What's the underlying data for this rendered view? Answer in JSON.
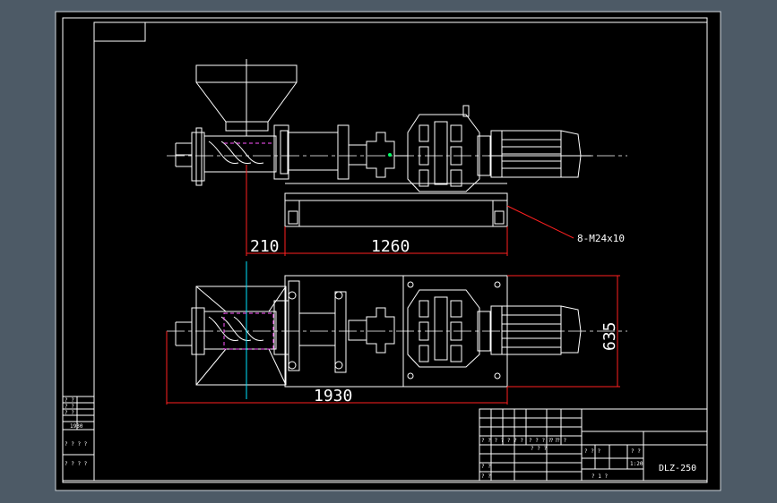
{
  "colors": {
    "viewport_bg": "#4d5a66",
    "paper": "#000000",
    "line": "#ffffff",
    "dimension": "#ff2020",
    "center_line": "#00e5ff",
    "hatch": "#ff55ff",
    "marker": "#00ff66"
  },
  "dimensions": {
    "offset": "210",
    "base_length": "1260",
    "overall_length": "1930",
    "overall_width": "635"
  },
  "callout": {
    "bolts": "8-M24x10"
  },
  "title_block": {
    "drawing_code": "DLZ-250",
    "row_label_a": "? ? ?",
    "row_label_b": "? ?",
    "row_label_c": "? ?",
    "row_label_d": "? ? ?",
    "row_label_e": "? ?",
    "scale_note": "1:20",
    "bottom_marks": "?  1  ?",
    "header_left": "? ? ? ? ? ? ?",
    "header_mid": "? ? ? ? ?",
    "header_right": "? ? ?"
  },
  "side_block": {
    "mark_a": "? ?",
    "mark_b": "? ?",
    "mark_c": "? ?",
    "mark_d": "1930",
    "mark_e": "? ? ? ?",
    "mark_f": "? ? ? ?"
  }
}
